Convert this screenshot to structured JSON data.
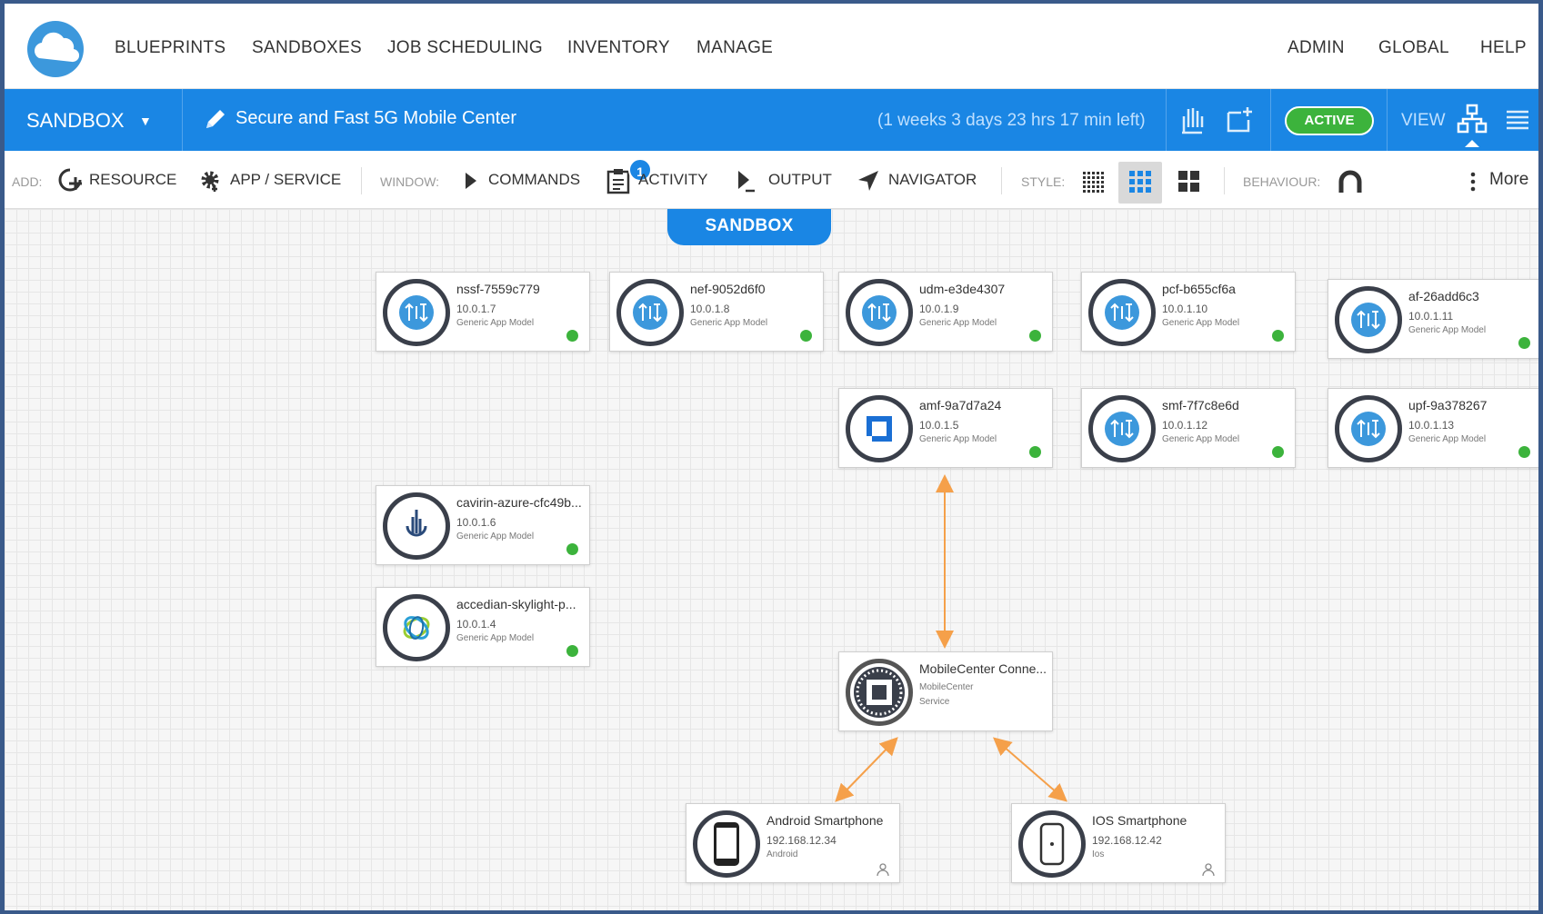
{
  "nav": {
    "left": [
      "BLUEPRINTS",
      "SANDBOXES",
      "JOB SCHEDULING",
      "INVENTORY",
      "MANAGE"
    ],
    "right": [
      "ADMIN",
      "GLOBAL",
      "HELP"
    ]
  },
  "sandbox_bar": {
    "label": "SANDBOX",
    "title": "Secure and Fast 5G Mobile Center",
    "time_left": "(1 weeks 3 days 23 hrs 17 min left)",
    "status": "ACTIVE",
    "view_label": "VIEW"
  },
  "toolbar": {
    "add_label": "ADD:",
    "resource": "RESOURCE",
    "app_service": "APP / SERVICE",
    "window_label": "WINDOW:",
    "commands": "COMMANDS",
    "activity": "ACTIVITY",
    "activity_badge": "1",
    "output": "OUTPUT",
    "navigator": "NAVIGATOR",
    "style_label": "STYLE:",
    "behaviour_label": "BEHAVIOUR:",
    "more": "More"
  },
  "canvas": {
    "tab": "SANDBOX",
    "apps": [
      {
        "name": "nssf-7559c779",
        "ip": "10.0.1.7",
        "model": "Generic App Model"
      },
      {
        "name": "nef-9052d6f0",
        "ip": "10.0.1.8",
        "model": "Generic App Model"
      },
      {
        "name": "udm-e3de4307",
        "ip": "10.0.1.9",
        "model": "Generic App Model"
      },
      {
        "name": "pcf-b655cf6a",
        "ip": "10.0.1.10",
        "model": "Generic App Model"
      },
      {
        "name": "af-26add6c3",
        "ip": "10.0.1.11",
        "model": "Generic App Model"
      },
      {
        "name": "amf-9a7d7a24",
        "ip": "10.0.1.5",
        "model": "Generic App Model"
      },
      {
        "name": "smf-7f7c8e6d",
        "ip": "10.0.1.12",
        "model": "Generic App Model"
      },
      {
        "name": "upf-9a378267",
        "ip": "10.0.1.13",
        "model": "Generic App Model"
      },
      {
        "name": "cavirin-azure-cfc49b...",
        "ip": "10.0.1.6",
        "model": "Generic App Model"
      },
      {
        "name": "accedian-skylight-p...",
        "ip": "10.0.1.4",
        "model": "Generic App Model"
      }
    ],
    "service": {
      "name": "MobileCenter Conne...",
      "line1": "MobileCenter",
      "line2": "Service"
    },
    "devices": [
      {
        "name": "Android Smartphone",
        "ip": "192.168.12.34",
        "os": "Android"
      },
      {
        "name": "IOS Smartphone",
        "ip": "192.168.12.42",
        "os": "Ios"
      }
    ]
  },
  "colors": {
    "primary": "#1a86e4",
    "active": "#3cb33c",
    "link": "#f5a04a",
    "node_ring": "#3a3f4a"
  }
}
